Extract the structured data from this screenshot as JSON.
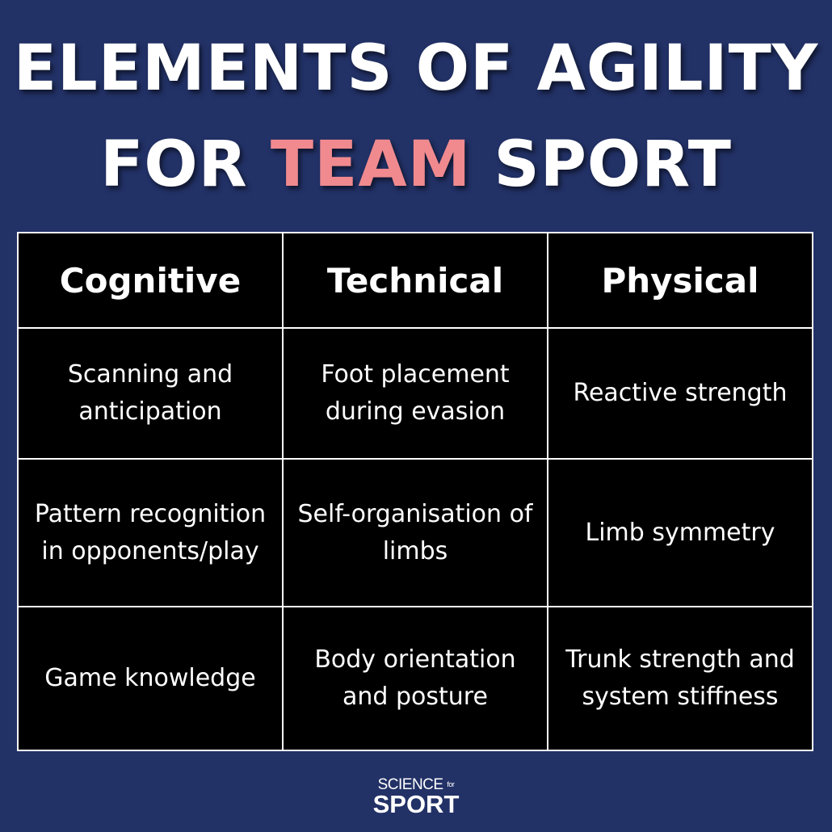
{
  "title": {
    "line1": "ELEMENTS OF AGILITY",
    "line2_prefix": "FOR ",
    "line2_accent": "TEAM",
    "line2_suffix": " SPORT",
    "accent_color": "#f08a8f"
  },
  "colors": {
    "background": "#223166",
    "table_background": "#000000",
    "table_border": "#ffffff",
    "text": "#ffffff"
  },
  "table": {
    "headers": [
      "Cognitive",
      "Technical",
      "Physical"
    ],
    "rows": [
      [
        "Scanning and anticipation",
        "Foot placement during evasion",
        "Reactive strength"
      ],
      [
        "Pattern recognition in opponents/play",
        "Self-organisation of limbs",
        "Limb symmetry"
      ],
      [
        "Game knowledge",
        "Body orientation and posture",
        "Trunk strength and system stiffness"
      ]
    ]
  },
  "logo": {
    "top": "SCIENCE",
    "for": "for",
    "bottom": "SPORT"
  }
}
